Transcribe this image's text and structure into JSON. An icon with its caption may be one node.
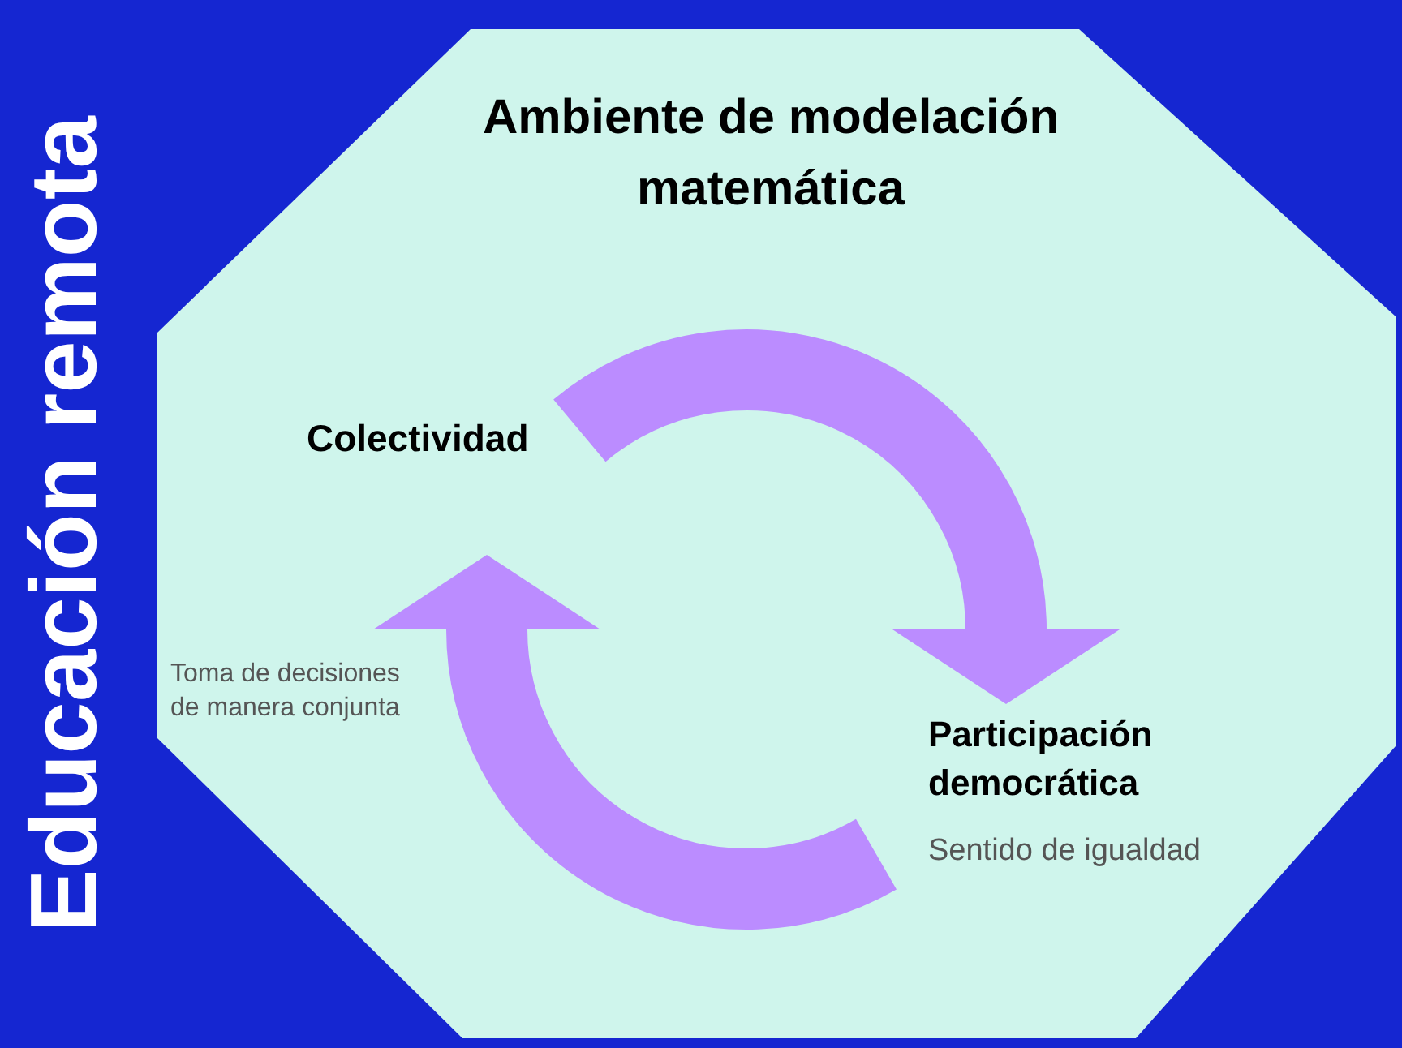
{
  "diagram": {
    "nodes": [
      {
        "text": [
          "Educación remota"
        ]
      },
      {
        "text": [
          "Ambiente de modelación matemática"
        ],
        "in": 0
      },
      {
        "text": [
          "Colectividad",
          "Toma de decisiones de manera conjunta"
        ],
        "in": 1
      },
      {
        "text": [
          "Participación democrática",
          "Sentido de igualdad"
        ],
        "in": 1
      }
    ],
    "edges": [
      {
        "from": 2,
        "to": 3,
        "arrow": "to"
      },
      {
        "from": 3,
        "to": 2,
        "arrow": "to"
      }
    ]
  }
}
